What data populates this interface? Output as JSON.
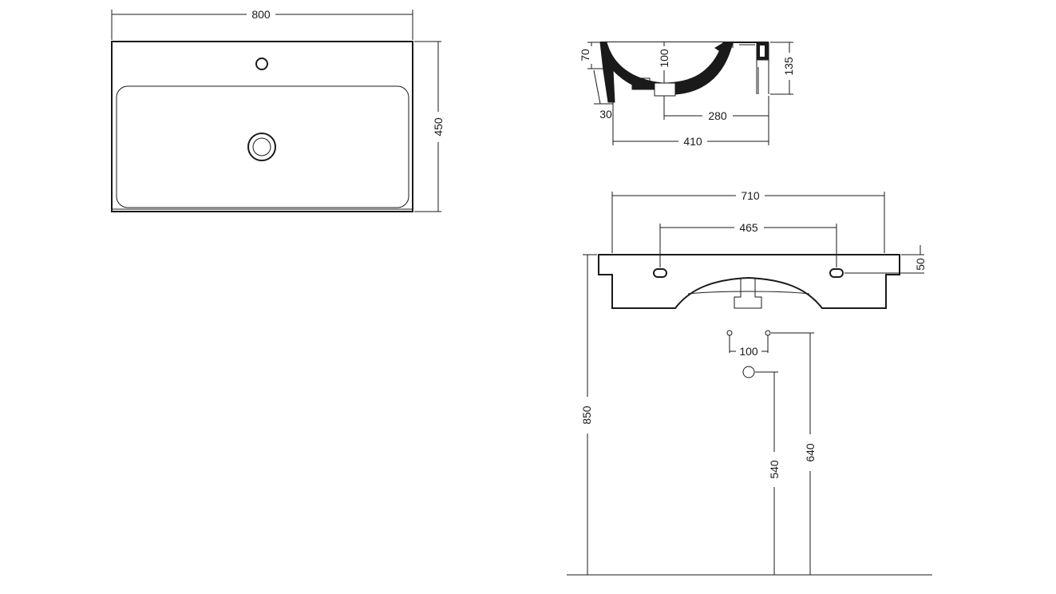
{
  "top_view": {
    "width_label": "800",
    "depth_label": "450"
  },
  "side_view": {
    "rim_height_label": "70",
    "bowl_depth_label": "100",
    "total_height_label": "135",
    "wall_offset_label": "30",
    "drain_to_front_label": "280",
    "projection_label": "410"
  },
  "front_view": {
    "width_label": "710",
    "bracket_spacing_label": "465",
    "bracket_height_label": "50",
    "mount_height_label": "850",
    "supply_spacing_label": "100",
    "drain_height_label": "540",
    "supply_height_label": "640"
  }
}
